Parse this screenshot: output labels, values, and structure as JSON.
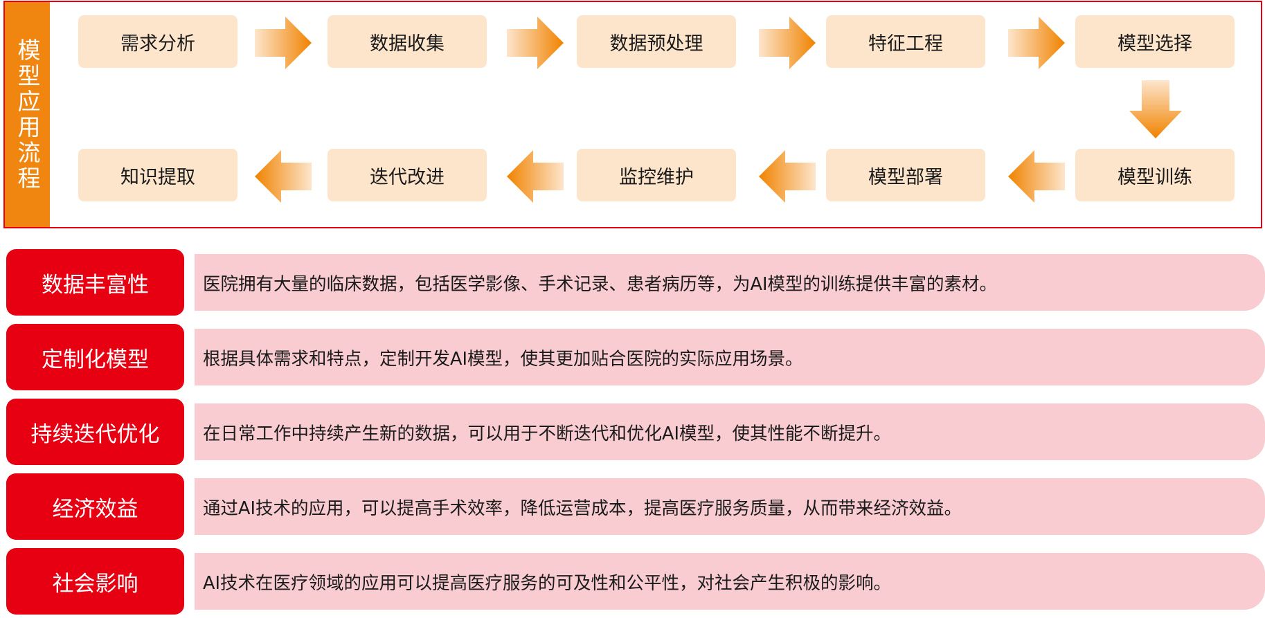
{
  "process": {
    "side_label": "模型应用流程",
    "steps": [
      "需求分析",
      "数据收集",
      "数据预处理",
      "特征工程",
      "模型选择",
      "模型训练",
      "模型部署",
      "监控维护",
      "迭代改进",
      "知识提取"
    ]
  },
  "features": [
    {
      "title": "数据丰富性",
      "description": "医院拥有大量的临床数据，包括医学影像、手术记录、患者病历等，为AI模型的训练提供丰富的素材。"
    },
    {
      "title": "定制化模型",
      "description": "根据具体需求和特点，定制开发AI模型，使其更加贴合医院的实际应用场景。"
    },
    {
      "title": "持续迭代优化",
      "description": "在日常工作中持续产生新的数据，可以用于不断迭代和优化AI模型，使其性能不断提升。"
    },
    {
      "title": "经济效益",
      "description": "通过AI技术的应用，可以提高手术效率，降低运营成本，提高医疗服务质量，从而带来经济效益。"
    },
    {
      "title": "社会影响",
      "description": "AI技术在医疗领域的应用可以提高医疗服务的可及性和公平性，对社会产生积极的影响。"
    }
  ],
  "colors": {
    "frame_border": "#e60012",
    "side_label_bg": "#f0850f",
    "step_bg": "#fde5cc",
    "arrow_orange": "#f08300",
    "feature_title_bg": "#e60012",
    "feature_desc_bg": "#f8ccd0"
  }
}
